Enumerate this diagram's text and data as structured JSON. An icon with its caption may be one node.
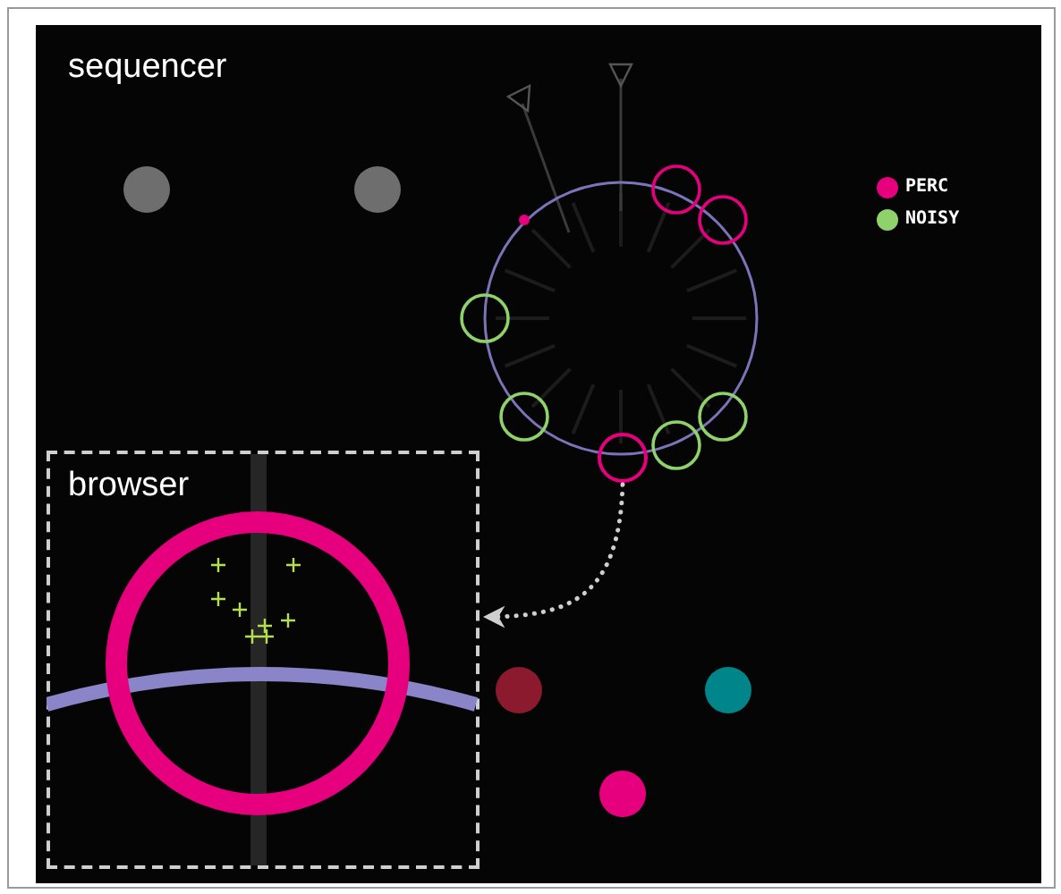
{
  "diagram": {
    "nodes": [
      {
        "text": [
          "sequencer"
        ]
      },
      {
        "text": [
          "browser"
        ],
        "in": 0
      },
      {
        "text": [],
        "shape": "circle",
        "in": 0
      }
    ],
    "edges": [
      {
        "from": 2,
        "to": 1,
        "arrow": "to",
        "style": "dashed"
      }
    ],
    "legend": [
      {
        "text": "PERC",
        "color": "#e6007e"
      },
      {
        "text": "NOISY",
        "color": "#8fd16a"
      }
    ]
  }
}
